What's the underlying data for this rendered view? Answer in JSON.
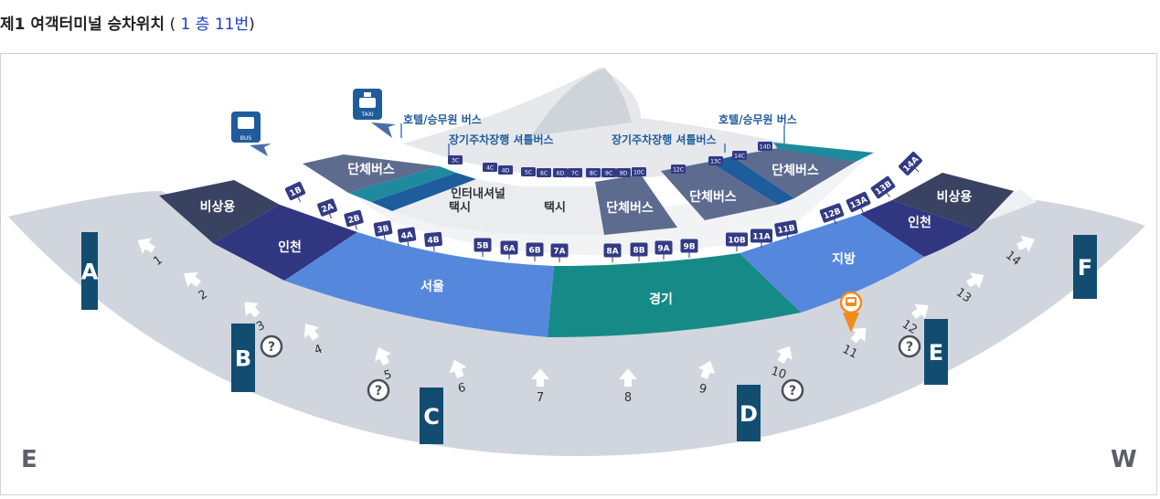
{
  "heading": {
    "title": "제1 여객터미널 승차위치",
    "paren_open": " ( ",
    "floor": "1 층",
    "stop": "11번",
    "paren_close": ")"
  },
  "compass": {
    "east": "E",
    "west": "W"
  },
  "service_labels": {
    "hotel_crew_left": "호텔/승무원 버스",
    "long_term_shuttle_left": "장기주차장행 셔틀버스",
    "long_term_shuttle_right": "장기주차장행 셔틀버스",
    "hotel_crew_right": "호텔/승무원 버스",
    "bus_icon_text": "BUS",
    "taxi_icon_text": "TAXI"
  },
  "zones": {
    "emergency_left": "비상용",
    "incheon_left": "인천",
    "seoul": "서울",
    "gyeonggi": "경기",
    "regional": "지방",
    "incheon_right": "인천",
    "emergency_right": "비상용",
    "group_bus_left": "단체버스",
    "intl_taxi_line1": "인터내셔널",
    "intl_taxi_line2": "택시",
    "taxi": "택시",
    "group_bus_center": "단체버스",
    "group_bus_right1": "단체버스",
    "group_bus_right2": "단체버스"
  },
  "stop_badges": [
    "1B",
    "2A",
    "2B",
    "3B",
    "4A",
    "4B",
    "5B",
    "6A",
    "6B",
    "7A",
    "8A",
    "8B",
    "9A",
    "9B",
    "10B",
    "11A",
    "11B",
    "12B",
    "13A",
    "13B",
    "14A"
  ],
  "inner_badges": [
    "3C",
    "4C",
    "4D",
    "5C",
    "6C",
    "6D",
    "7C",
    "8C",
    "9C",
    "9D",
    "10C",
    "12C",
    "13C",
    "14C",
    "14D"
  ],
  "gates": [
    "A",
    "B",
    "C",
    "D",
    "E",
    "F"
  ],
  "gate_numbers": [
    "1",
    "2",
    "3",
    "4",
    "5",
    "6",
    "7",
    "8",
    "9",
    "10",
    "11",
    "12",
    "13",
    "14"
  ],
  "info_icon_glyph": "?",
  "colors": {
    "emergency": "#3a4261",
    "incheon": "#303680",
    "seoul": "#5588dc",
    "gyeonggi": "#168a86",
    "regional": "#5588dc",
    "group_bus": "#5d6b8f",
    "teal_lane": "#1e8a9e",
    "blue_lane": "#1f5c9c",
    "gate_marker": "#124c71",
    "road": "#d1d6de",
    "badge": "#333b85",
    "pin": "#f28a1e",
    "label_blue": "#1f5c9c"
  }
}
